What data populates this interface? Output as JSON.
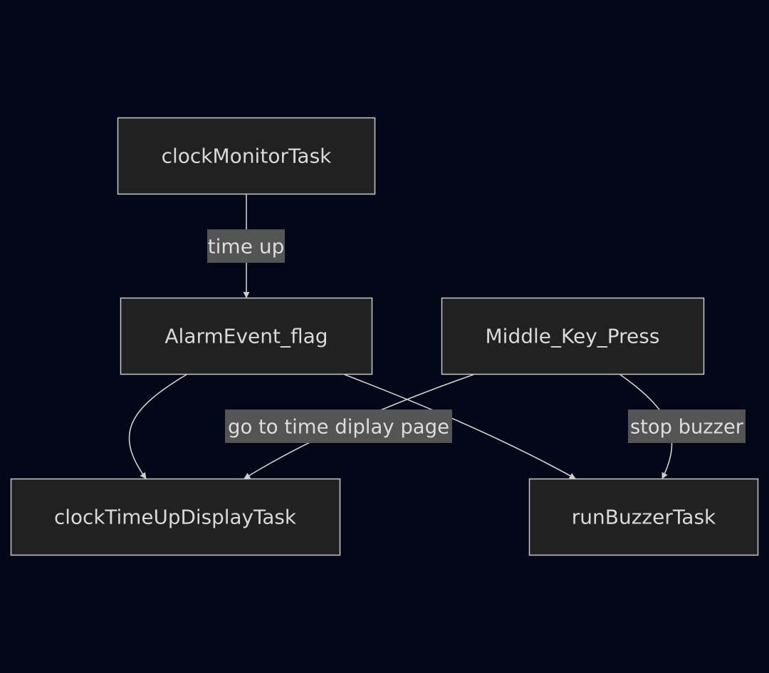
{
  "nodes": {
    "clock_monitor": "clockMonitorTask",
    "alarm_event": "AlarmEvent_flag",
    "middle_key": "Middle_Key_Press",
    "time_up_display": "clockTimeUpDisplayTask",
    "run_buzzer": "runBuzzerTask"
  },
  "edges": [
    {
      "from": "clock_monitor",
      "to": "alarm_event",
      "label": "time up"
    },
    {
      "from": "alarm_event",
      "to": "time_up_display",
      "label": ""
    },
    {
      "from": "alarm_event",
      "to": "run_buzzer",
      "label": ""
    },
    {
      "from": "middle_key",
      "to": "time_up_display",
      "label": "go to time diplay page"
    },
    {
      "from": "middle_key",
      "to": "run_buzzer",
      "label": "stop buzzer"
    }
  ],
  "colors": {
    "background": "#020817",
    "node_fill": "#212121",
    "node_stroke": "#c8c8c8",
    "edge": "#cfcfcf",
    "label_bg": "#545454",
    "text": "#d9d9d9"
  }
}
